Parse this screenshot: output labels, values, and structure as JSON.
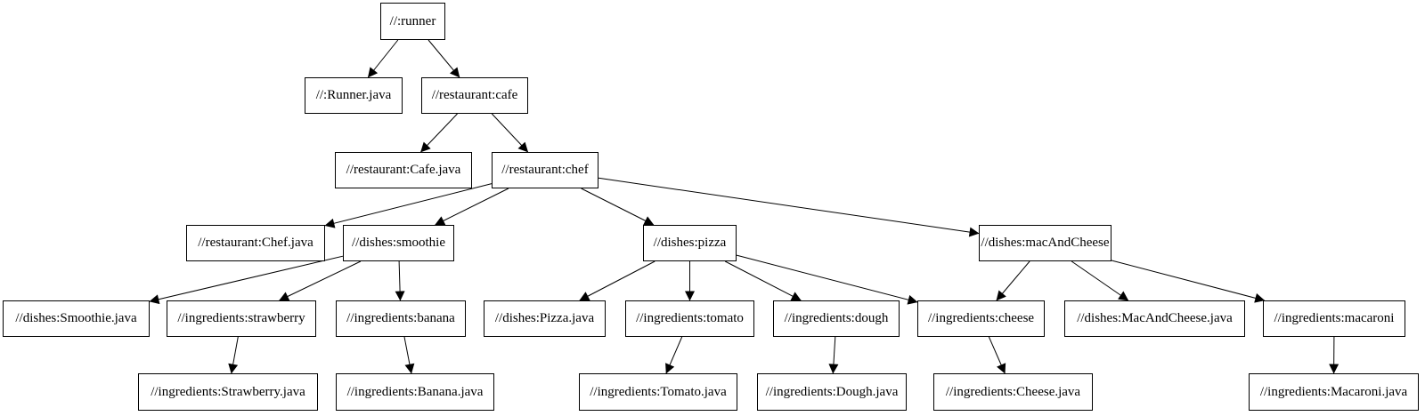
{
  "diagram": {
    "type": "dependency-graph",
    "background_color": "#ffffff",
    "node_fill_color": "#ffffff",
    "node_border_color": "#000000",
    "edge_color": "#000000",
    "nodes": [
      {
        "id": "runner",
        "label": "//:runner"
      },
      {
        "id": "runner-java",
        "label": "//:Runner.java"
      },
      {
        "id": "cafe",
        "label": "//restaurant:cafe"
      },
      {
        "id": "cafe-java",
        "label": "//restaurant:Cafe.java"
      },
      {
        "id": "chef",
        "label": "//restaurant:chef"
      },
      {
        "id": "chef-java",
        "label": "//restaurant:Chef.java"
      },
      {
        "id": "smoothie",
        "label": "//dishes:smoothie"
      },
      {
        "id": "pizza",
        "label": "//dishes:pizza"
      },
      {
        "id": "mac-and-cheese",
        "label": "//dishes:macAndCheese"
      },
      {
        "id": "smoothie-java",
        "label": "//dishes:Smoothie.java"
      },
      {
        "id": "strawberry",
        "label": "//ingredients:strawberry"
      },
      {
        "id": "banana",
        "label": "//ingredients:banana"
      },
      {
        "id": "pizza-java",
        "label": "//dishes:Pizza.java"
      },
      {
        "id": "tomato",
        "label": "//ingredients:tomato"
      },
      {
        "id": "dough",
        "label": "//ingredients:dough"
      },
      {
        "id": "cheese",
        "label": "//ingredients:cheese"
      },
      {
        "id": "mac-and-cheese-java",
        "label": "//dishes:MacAndCheese.java"
      },
      {
        "id": "macaroni",
        "label": "//ingredients:macaroni"
      },
      {
        "id": "strawberry-java",
        "label": "//ingredients:Strawberry.java"
      },
      {
        "id": "banana-java",
        "label": "//ingredients:Banana.java"
      },
      {
        "id": "tomato-java",
        "label": "//ingredients:Tomato.java"
      },
      {
        "id": "dough-java",
        "label": "//ingredients:Dough.java"
      },
      {
        "id": "cheese-java",
        "label": "//ingredients:Cheese.java"
      },
      {
        "id": "macaroni-java",
        "label": "//ingredients:Macaroni.java"
      }
    ],
    "edges": [
      {
        "from": "runner",
        "to": "runner-java"
      },
      {
        "from": "runner",
        "to": "cafe"
      },
      {
        "from": "cafe",
        "to": "cafe-java"
      },
      {
        "from": "cafe",
        "to": "chef"
      },
      {
        "from": "chef",
        "to": "chef-java"
      },
      {
        "from": "chef",
        "to": "smoothie"
      },
      {
        "from": "chef",
        "to": "pizza"
      },
      {
        "from": "chef",
        "to": "mac-and-cheese"
      },
      {
        "from": "smoothie",
        "to": "smoothie-java"
      },
      {
        "from": "smoothie",
        "to": "strawberry"
      },
      {
        "from": "smoothie",
        "to": "banana"
      },
      {
        "from": "strawberry",
        "to": "strawberry-java"
      },
      {
        "from": "banana",
        "to": "banana-java"
      },
      {
        "from": "pizza",
        "to": "pizza-java"
      },
      {
        "from": "pizza",
        "to": "tomato"
      },
      {
        "from": "pizza",
        "to": "dough"
      },
      {
        "from": "pizza",
        "to": "cheese"
      },
      {
        "from": "tomato",
        "to": "tomato-java"
      },
      {
        "from": "dough",
        "to": "dough-java"
      },
      {
        "from": "cheese",
        "to": "cheese-java"
      },
      {
        "from": "mac-and-cheese",
        "to": "cheese"
      },
      {
        "from": "mac-and-cheese",
        "to": "mac-and-cheese-java"
      },
      {
        "from": "mac-and-cheese",
        "to": "macaroni"
      },
      {
        "from": "macaroni",
        "to": "macaroni-java"
      }
    ]
  }
}
